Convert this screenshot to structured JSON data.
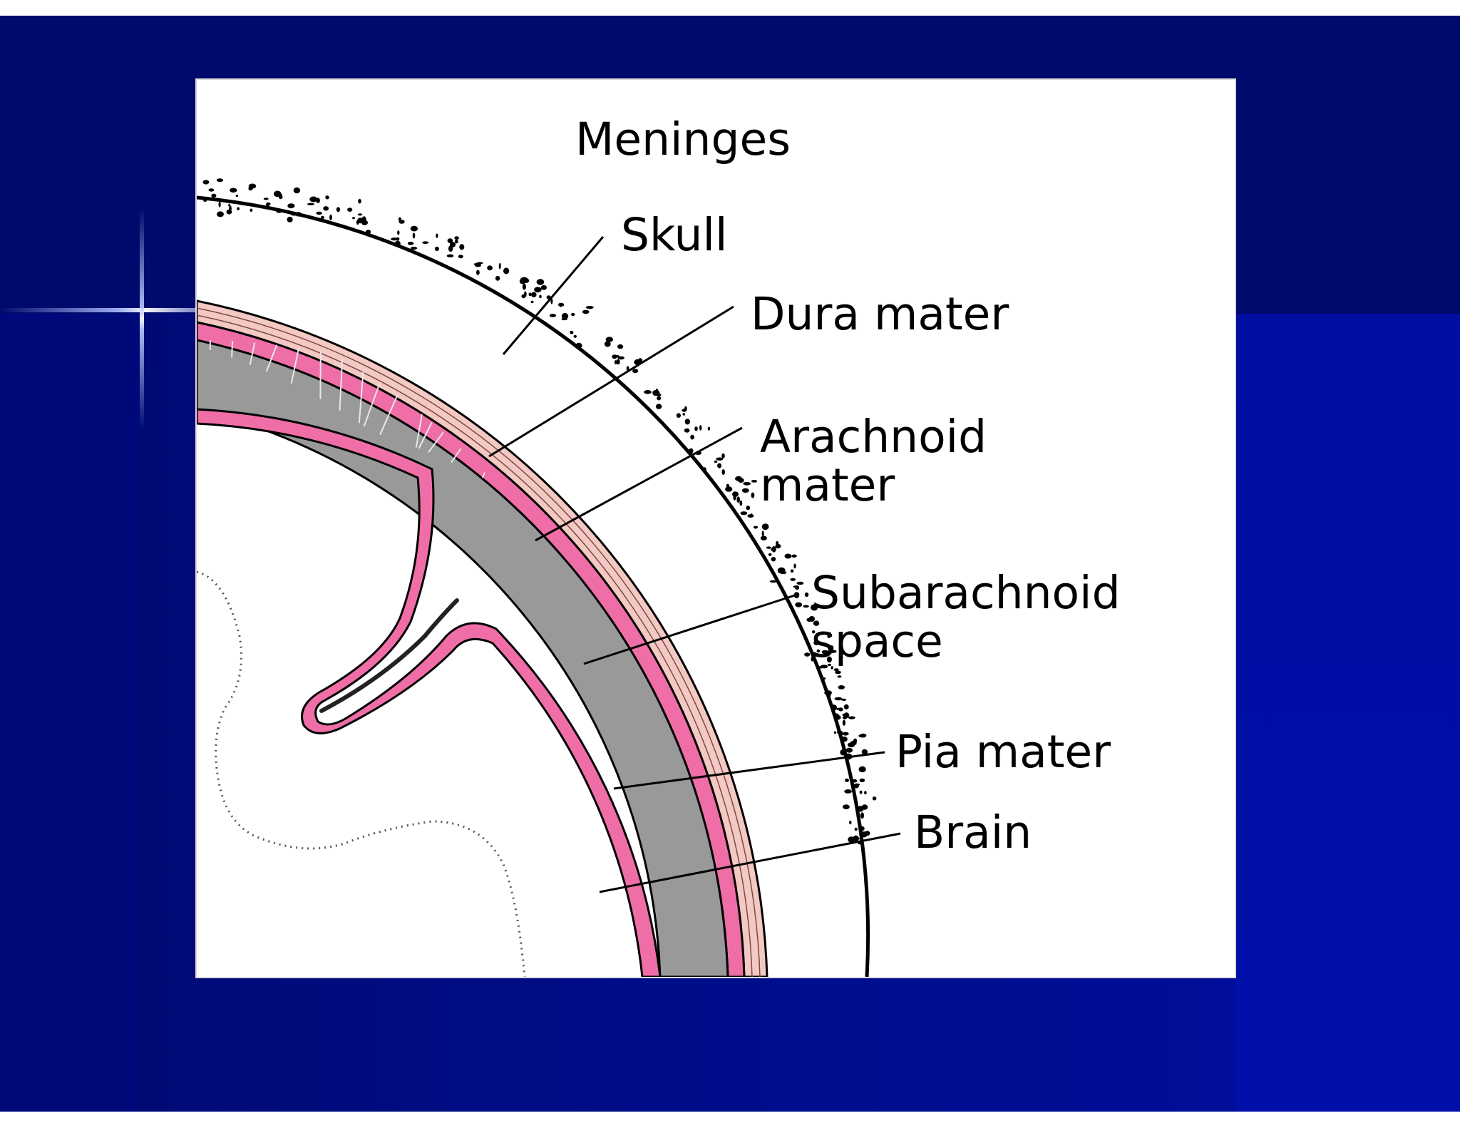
{
  "diagram": {
    "title": "Meninges",
    "labels": {
      "skull": "Skull",
      "dura": "Dura mater",
      "arachnoid_line1": "Arachnoid",
      "arachnoid_line2": "mater",
      "subarachnoid_line1": "Subarachnoid",
      "subarachnoid_line2": "space",
      "pia": "Pia mater",
      "brain": "Brain"
    },
    "colors": {
      "slide_background": "#000d88",
      "pink_layer": "#f06ea8",
      "dura_layer": "#f4c9c3",
      "subarachnoid_fill": "#999999",
      "ink": "#000000"
    }
  }
}
